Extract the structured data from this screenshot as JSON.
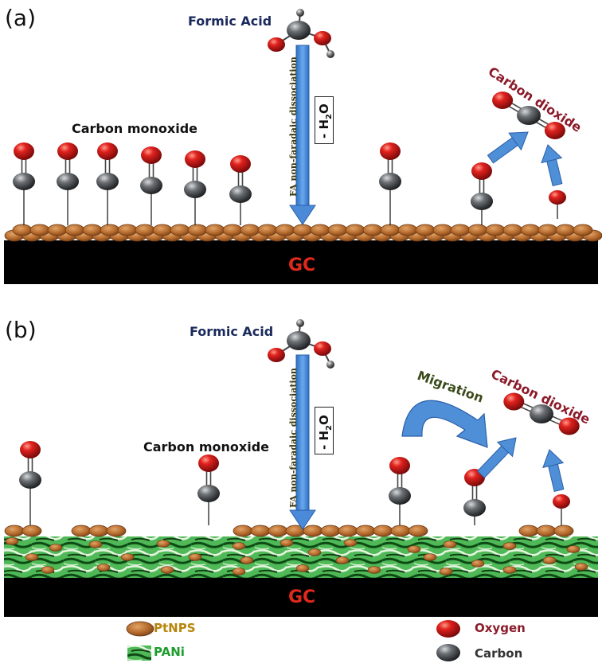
{
  "panel_a": {
    "label": "(a)",
    "formic_acid": "Formic Acid",
    "dissociation": "FA non-faradaic dissociation",
    "water": "- H2O",
    "carbon_monoxide": "Carbon monoxide",
    "carbon_dioxide": "Carbon dioxide",
    "electrode": "GC"
  },
  "panel_b": {
    "label": "(b)",
    "formic_acid": "Formic Acid",
    "dissociation": "FA non-faradaic dissociation",
    "water": "- H2O",
    "carbon_monoxide": "Carbon monoxide",
    "carbon_dioxide": "Carbon dioxide",
    "migration": "Migration",
    "electrode": "GC"
  },
  "legend": {
    "ptnps": "PtNPS",
    "pani": "PANi",
    "oxygen": "Oxygen",
    "carbon": "Carbon"
  },
  "colors": {
    "oxygen": "#d4141a",
    "carbon": "#5d6165",
    "ptnp": "#b8692c",
    "pani": "#2fae3a",
    "arrow": "#4f8fd8",
    "gc_text": "#e0281c"
  }
}
